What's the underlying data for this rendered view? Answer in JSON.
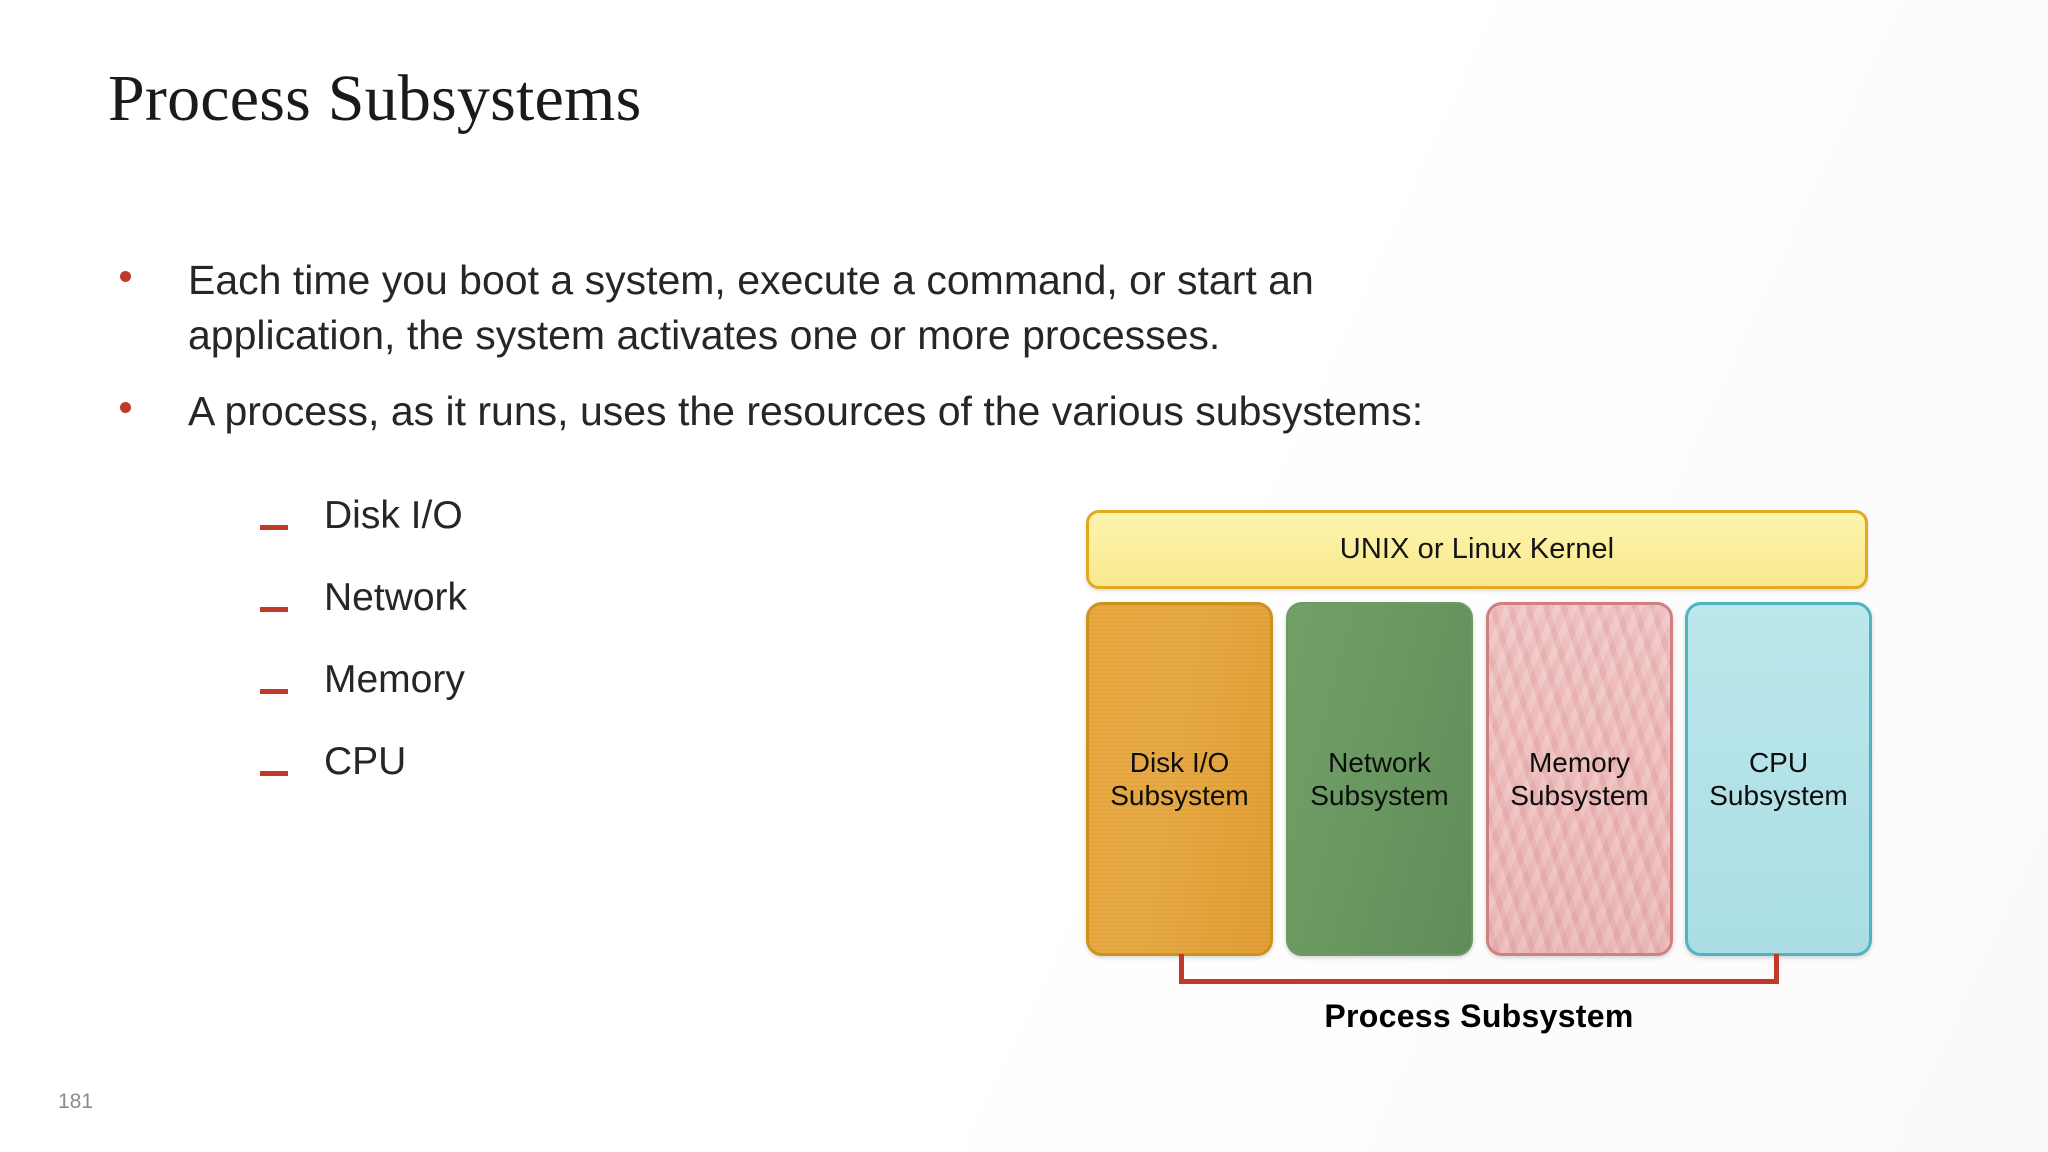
{
  "slide": {
    "title": "Process Subsystems",
    "page_number": "181",
    "bullets": [
      {
        "marker": "dot",
        "text": "Each time you boot a system, execute a command, or start an application, the system activates one or more processes."
      },
      {
        "marker": "dot",
        "text": "A process, as it runs, uses the resources of the various subsystems:"
      }
    ],
    "sub_bullets": [
      {
        "marker": "dash",
        "text": "Disk I/O"
      },
      {
        "marker": "dash",
        "text": "Network"
      },
      {
        "marker": "dash",
        "text": "Memory"
      },
      {
        "marker": "dash",
        "text": "CPU"
      }
    ]
  },
  "diagram": {
    "kernel": {
      "label": "UNIX or Linux Kernel",
      "fill": "#FBEE9C",
      "border": "#E3A81F"
    },
    "subsystems": [
      {
        "name": "disk-io",
        "line1": "Disk I/O",
        "line2": "Subsystem",
        "label": "Disk I/O\nSubsystem",
        "fill": "#E5A63F",
        "border": "#C9931E"
      },
      {
        "name": "network",
        "line1": "Network",
        "line2": "Subsystem",
        "label": "Network\nSubsystem",
        "fill": "#699760",
        "border": "#6B9A63"
      },
      {
        "name": "memory",
        "line1": "Memory",
        "line2": "Subsystem",
        "label": "Memory\nSubsystem",
        "fill": "#ECB5B5",
        "border": "#CF8080"
      },
      {
        "name": "cpu",
        "line1": "CPU",
        "line2": "Subsystem",
        "label": "CPU\nSubsystem",
        "fill": "#B2E2E8",
        "border": "#4FB4BE"
      }
    ],
    "bracket": {
      "color": "#C0392B",
      "label": "Process Subsystem"
    }
  },
  "colors": {
    "bullet_marker": "#C0392B",
    "body_text": "#262626",
    "title_text": "#1a1a1a",
    "page_number_text": "#8c8c8c",
    "background": "#ffffff"
  }
}
